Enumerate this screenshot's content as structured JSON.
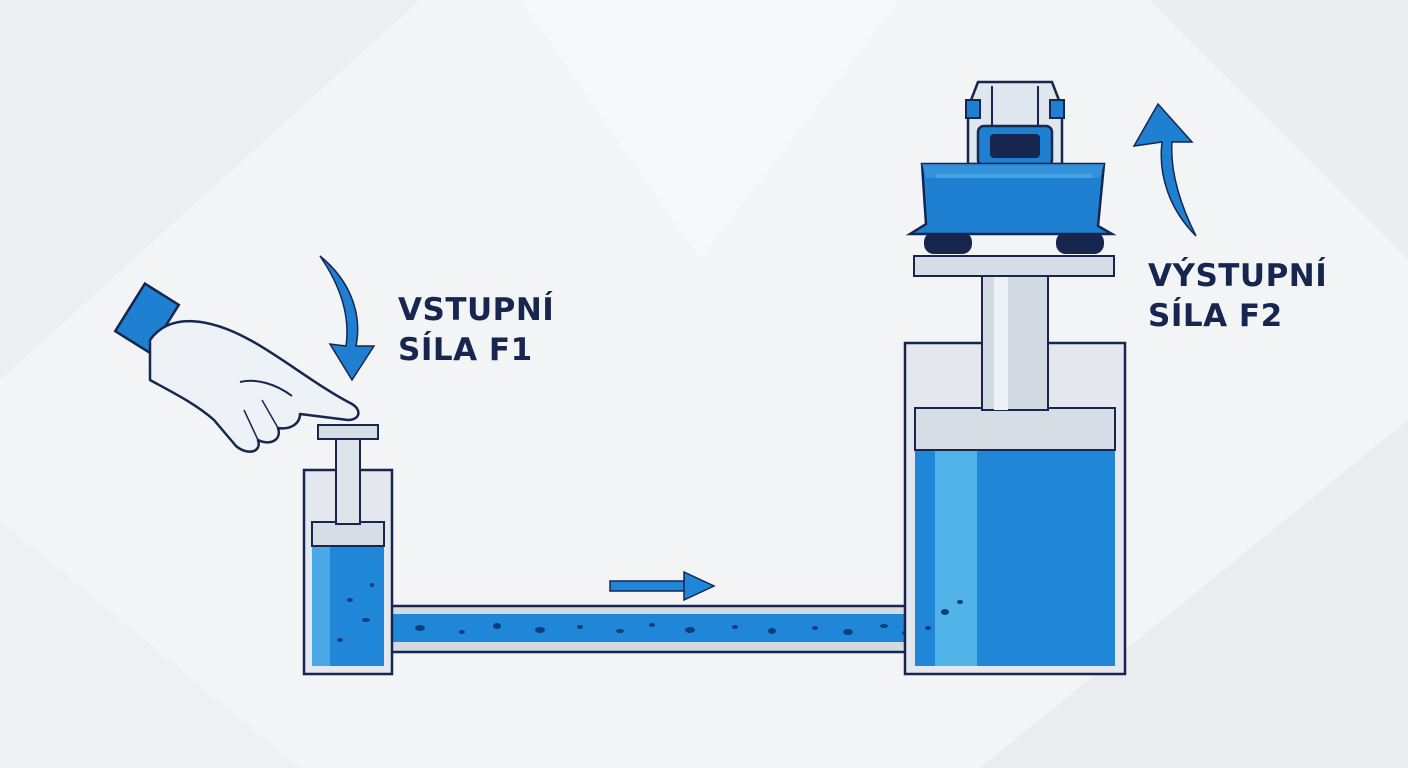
{
  "title": "Hydraulic press principle",
  "labels": {
    "input_force": {
      "line1": "VSTUPNÍ",
      "line2": "SÍLA F1"
    },
    "output_force": {
      "line1": "VÝSTUPNÍ",
      "line2": "SÍLA F2"
    }
  },
  "colors": {
    "fluid": "#1f86d8",
    "fluid_light": "#5bbcec",
    "accent": "#1f7fd0",
    "outline": "#16264f",
    "steel": "#cfd6df",
    "background": "#f3f4f6"
  },
  "icons": {
    "hand": "hand-pressing-icon",
    "machine": "bulldozer-icon",
    "down_arrow": "arrow-down-icon",
    "up_arrow": "arrow-up-icon",
    "flow_arrow": "flow-arrow-right-icon"
  }
}
